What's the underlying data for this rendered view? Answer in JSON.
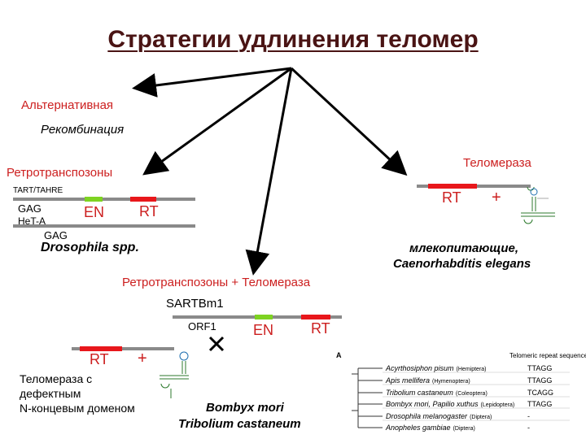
{
  "title": "Стратегии удлинения теломер",
  "alternative": {
    "line1": "Альтернативная",
    "line2": "Рекомбинация"
  },
  "retro": {
    "label": "Ретротранспозоны",
    "tart": "TART/TAHRE",
    "gag1": "GAG",
    "het": "HeT-A",
    "gag2": "GAG",
    "en": "EN",
    "rt": "RT",
    "species": "Drosophila spp."
  },
  "telomerase": {
    "label": "Теломераза",
    "rt": "RT",
    "plus": "+",
    "species_line1": "млекопитающие,",
    "species_line2": "Caenorhabditis elegans"
  },
  "combined": {
    "label": "Ретротранспозоны + Теломераза",
    "sart": "SARTBm1",
    "orf1": "ORF1",
    "en": "EN",
    "rt": "RT",
    "cross": "✕"
  },
  "defective": {
    "rt": "RT",
    "plus": "+",
    "line1": "Теломераза с",
    "line2": "дефектным",
    "line3": "N-концевым доменом"
  },
  "species_bottom": {
    "line1": "Bombyx mori",
    "line2": "Tribolium castaneum"
  },
  "table": {
    "panel_letter": "A",
    "header": "Telomeric repeat sequence",
    "rows": [
      {
        "species": "Acyrthosiphon pisum",
        "order": "(Hemiptera)",
        "repeat": "TTAGG"
      },
      {
        "species": "Apis mellifera",
        "order": "(Hymenoptera)",
        "repeat": "TTAGG"
      },
      {
        "species": "Tribolium castaneum",
        "order": "(Coleoptera)",
        "repeat": "TCAGG"
      },
      {
        "species": "Bombyx mori, Papilio xuthus",
        "order": "(Lepidoptera)",
        "repeat": "TTAGG"
      },
      {
        "species": "Drosophila melanogaster",
        "order": "(Diptera)",
        "repeat": "-"
      },
      {
        "species": "Anopheles gambiae",
        "order": "(Diptera)",
        "repeat": "-"
      }
    ]
  }
}
